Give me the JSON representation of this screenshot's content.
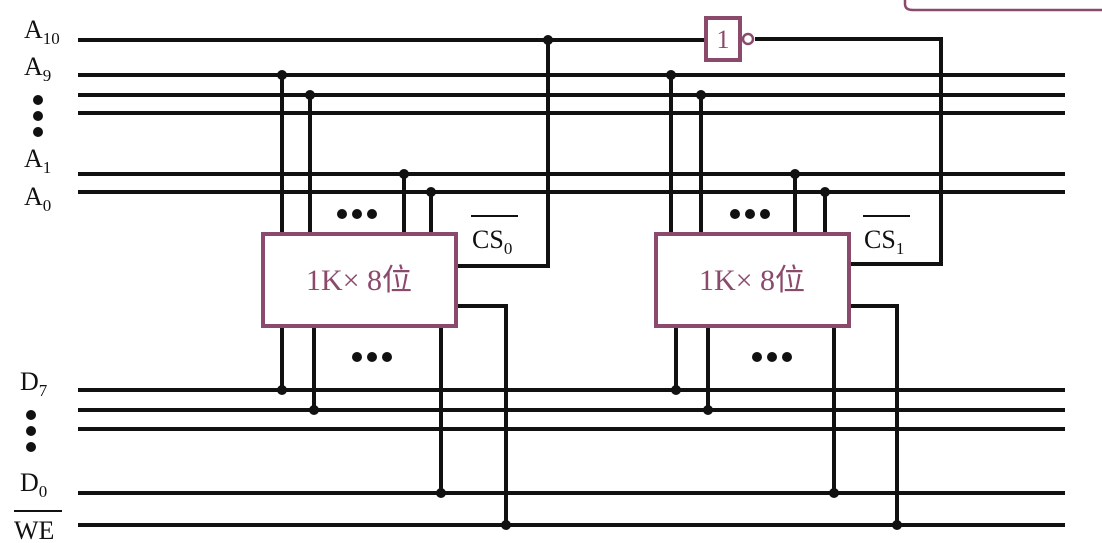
{
  "colors": {
    "accent": "#8b4a6b",
    "wire": "#111111"
  },
  "address_labels": {
    "a10": {
      "main": "A",
      "sub": "10"
    },
    "a9": {
      "main": "A",
      "sub": "9"
    },
    "a1": {
      "main": "A",
      "sub": "1"
    },
    "a0": {
      "main": "A",
      "sub": "0"
    }
  },
  "data_labels": {
    "d7": {
      "main": "D",
      "sub": "7"
    },
    "d0": {
      "main": "D",
      "sub": "0"
    }
  },
  "we_label": "WE",
  "not_gate_label": "1",
  "chips": [
    {
      "label": "1K× 8位",
      "cs_main": "CS",
      "cs_sub": "0"
    },
    {
      "label": "1K× 8位",
      "cs_main": "CS",
      "cs_sub": "1"
    }
  ]
}
